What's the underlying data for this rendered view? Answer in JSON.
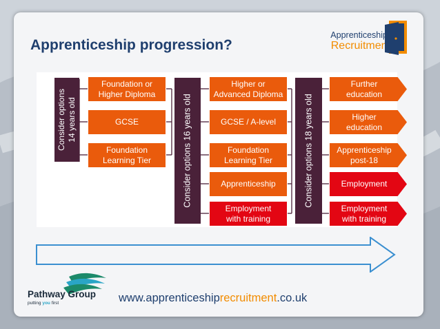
{
  "title": "Apprenticeship progression?",
  "logo": {
    "line1": "Apprenticeship",
    "line2": "Recruitment"
  },
  "diagram": {
    "stages": [
      {
        "label_line1": "Consider options",
        "label_line2": "14 years old"
      },
      {
        "label": "Consider options 16 years old"
      },
      {
        "label": "Consider options 18 years old"
      }
    ],
    "col1": [
      {
        "line1": "Foundation or",
        "line2": "Higher Diploma"
      },
      {
        "line1": "GCSE",
        "line2": ""
      },
      {
        "line1": "Foundation",
        "line2": "Learning Tier"
      }
    ],
    "col2": [
      {
        "line1": "Higher or",
        "line2": "Advanced Diploma"
      },
      {
        "line1": "GCSE / A-level",
        "line2": ""
      },
      {
        "line1": "Foundation",
        "line2": "Learning Tier"
      },
      {
        "line1": "Apprenticeship",
        "line2": ""
      },
      {
        "line1": "Employment",
        "line2": "with training"
      }
    ],
    "col3": [
      {
        "line1": "Further",
        "line2": "education"
      },
      {
        "line1": "Higher",
        "line2": "education"
      },
      {
        "line1": "Apprenticeship",
        "line2": "post-18"
      },
      {
        "line1": "Employment",
        "line2": ""
      },
      {
        "line1": "Employment",
        "line2": "with training"
      }
    ]
  },
  "footer": {
    "company": "Pathway Group",
    "tagline_a": "putting ",
    "tagline_b": "you",
    "tagline_c": " first",
    "url_part1": "www.apprenticeship",
    "url_part2": "recruitment",
    "url_part3": ".co.uk"
  },
  "colors": {
    "title": "#1f3f6e",
    "stage_bar": "#4a2139",
    "box_orange": "#ea5b0c",
    "box_red": "#e30613",
    "accent_orange": "#f28c00",
    "arrow_outline": "#3a8fd0"
  }
}
